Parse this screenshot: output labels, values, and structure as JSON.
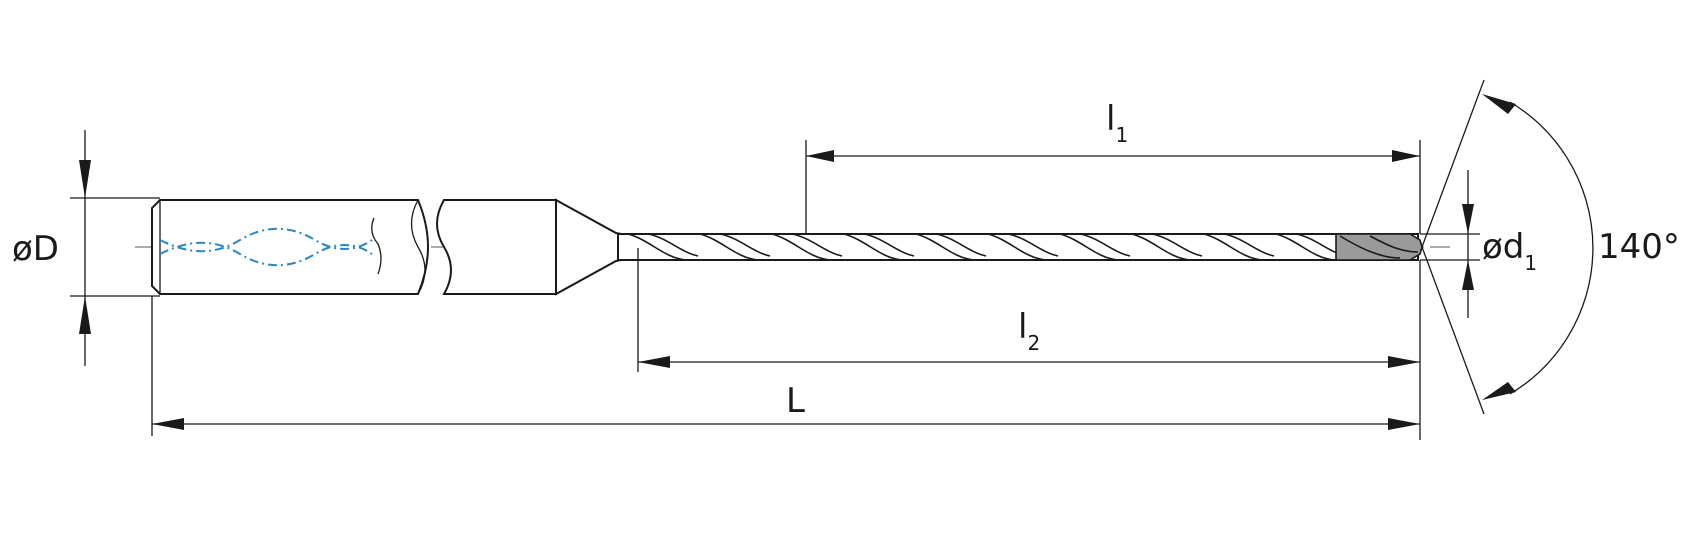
{
  "diagram": {
    "dimensions": {
      "shank_diameter": {
        "symbol": "øD"
      },
      "tip_diameter": {
        "symbol": "ød",
        "subscript": "1"
      },
      "flute_length": {
        "symbol": "l",
        "subscript": "1"
      },
      "usable_length": {
        "symbol": "l",
        "subscript": "2"
      },
      "overall_length": {
        "symbol": "L"
      },
      "point_angle": {
        "value": "140°"
      }
    },
    "colors": {
      "outline": "#1a1a1a",
      "coolant_channel": "#2b86c5",
      "tip_fill": "#9a9a9a"
    }
  }
}
